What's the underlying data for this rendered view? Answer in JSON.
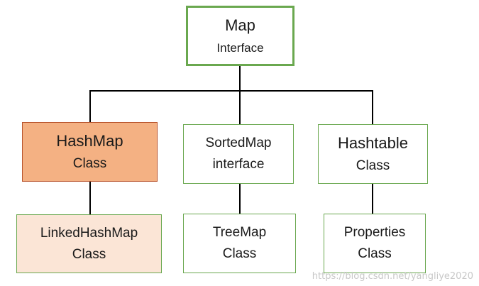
{
  "nodes": {
    "map": {
      "name": "Map",
      "kind": "Interface"
    },
    "hashmap": {
      "name": "HashMap",
      "kind": "Class"
    },
    "sortedmap": {
      "name": "SortedMap",
      "kind": "interface"
    },
    "hashtable": {
      "name": "Hashtable",
      "kind": "Class"
    },
    "linkedhashmap": {
      "name": "LinkedHashMap",
      "kind": "Class"
    },
    "treemap": {
      "name": "TreeMap",
      "kind": "Class"
    },
    "properties": {
      "name": "Properties",
      "kind": "Class"
    }
  },
  "watermark": "https://blog.csdn.net/yangliye2020",
  "colors": {
    "border_green": "#6aa84f",
    "hashmap_fill": "#f4b183",
    "hashmap_border": "#b7522b",
    "linked_fill": "#fbe5d6",
    "line": "#000000"
  }
}
